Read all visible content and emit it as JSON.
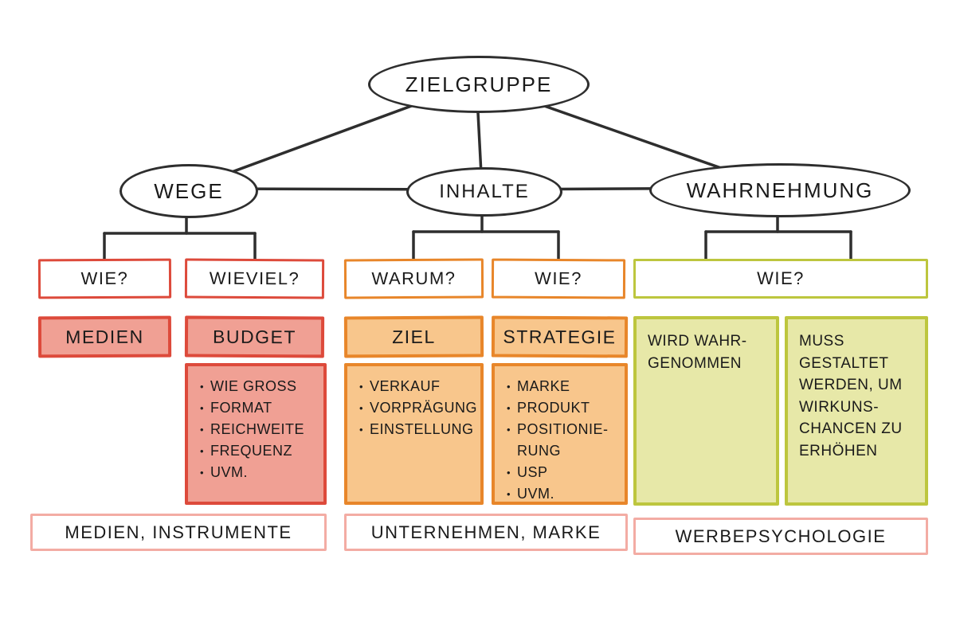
{
  "nodes": {
    "root": "ZIELGRUPPE",
    "wege": "WEGE",
    "inhalte": "INHALTE",
    "wahrnehmung": "WAHRNEHMUNG"
  },
  "wege": {
    "q1": "WIE?",
    "q2": "WIEVIEL?",
    "h1": "MEDIEN",
    "h2": "BUDGET",
    "budget_items": [
      "WIE GROSS",
      "FORMAT",
      "REICHWEITE",
      "FREQUENZ",
      "UVM."
    ],
    "footer": "MEDIEN, INSTRUMENTE"
  },
  "inhalte": {
    "q1": "WARUM?",
    "q2": "WIE?",
    "h1": "ZIEL",
    "h2": "STRATEGIE",
    "ziel_items": [
      "VERKAUF",
      "VORPRÄGUNG",
      "EINSTELLUNG"
    ],
    "strategie_items": [
      "MARKE",
      "PRODUKT",
      "POSITIONIE-RUNG",
      "USP",
      "UVM."
    ],
    "footer": "UNTERNEHMEN, MARKE"
  },
  "wahrnehmung": {
    "q1": "WIE?",
    "box1": "WIRD WAHR-GENOMMEN",
    "box2": "MUSS GESTALTET WERDEN, UM WIRKUNS-CHANCEN ZU ERHÖHEN",
    "footer": "WERBEPSYCHOLOGIE"
  },
  "colors": {
    "line": "#2e2e2e",
    "red_border": "#dd4a3b",
    "red_fill": "#f0a094",
    "orange_border": "#e8862a",
    "orange_fill": "#f8c68c",
    "green_border": "#bdc63e",
    "green_fill": "#e7e8a8",
    "footer_border": "#f3aca4"
  }
}
